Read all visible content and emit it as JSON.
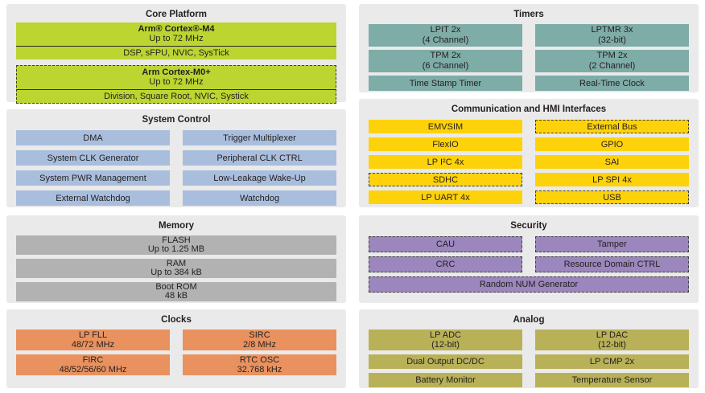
{
  "colors": {
    "card": "#eaeaea",
    "green": "#bcd531",
    "blue": "#a9bedd",
    "gray": "#b2b2b2",
    "orange": "#e9925f",
    "teal": "#7eaca7",
    "yellow": "#fdd20a",
    "purple": "#9b86bd",
    "olive": "#b8b158",
    "text": "#231f20"
  },
  "core_platform": {
    "title": "Core Platform",
    "m4": {
      "name": "Arm® Cortex®-M4",
      "freq": "Up to 72 MHz",
      "features": "DSP, sFPU, NVIC, SysTick"
    },
    "m0": {
      "name": "Arm Cortex-M0+",
      "freq": "Up to 72 MHz",
      "features": "Division, Square Root, NVIC, Systick"
    }
  },
  "system_control": {
    "title": "System Control",
    "blocks": [
      "DMA",
      "Trigger Multiplexer",
      "System CLK Generator",
      "Peripheral CLK CTRL",
      "System PWR Management",
      "Low-Leakage Wake-Up",
      "External Watchdog",
      "Watchdog"
    ]
  },
  "memory": {
    "title": "Memory",
    "blocks": [
      {
        "l1": "FLASH",
        "l2": "Up to 1.25 MB"
      },
      {
        "l1": "RAM",
        "l2": "Up to 384 kB"
      },
      {
        "l1": "Boot ROM",
        "l2": "48 kB"
      }
    ]
  },
  "clocks": {
    "title": "Clocks",
    "blocks": [
      {
        "l1": "LP FLL",
        "l2": "48/72 MHz"
      },
      {
        "l1": "SIRC",
        "l2": "2/8 MHz"
      },
      {
        "l1": "FIRC",
        "l2": "48/52/56/60 MHz"
      },
      {
        "l1": "RTC OSC",
        "l2": "32.768 kHz"
      }
    ]
  },
  "timers": {
    "title": "Timers",
    "blocks": [
      {
        "l1": "LPIT 2x",
        "l2": "(4 Channel)"
      },
      {
        "l1": "LPTMR 3x",
        "l2": "(32-bit)"
      },
      {
        "l1": "TPM 2x",
        "l2": "(6 Channel)"
      },
      {
        "l1": "TPM 2x",
        "l2": "(2 Channel)"
      },
      {
        "l1": "Time Stamp Timer"
      },
      {
        "l1": "Real-Time Clock"
      }
    ]
  },
  "comm": {
    "title": "Communication and HMI Interfaces",
    "blocks": [
      {
        "label": "EMVSIM",
        "dashed": false
      },
      {
        "label": "External Bus",
        "dashed": true
      },
      {
        "label": "FlexIO",
        "dashed": false
      },
      {
        "label": "GPIO",
        "dashed": false
      },
      {
        "label": "LP I²C 4x",
        "dashed": false
      },
      {
        "label": "SAI",
        "dashed": false
      },
      {
        "label": "SDHC",
        "dashed": true
      },
      {
        "label": "LP SPI 4x",
        "dashed": false
      },
      {
        "label": "LP UART 4x",
        "dashed": false
      },
      {
        "label": "USB",
        "dashed": true
      }
    ]
  },
  "security": {
    "title": "Security",
    "blocks": [
      {
        "label": "CAU",
        "dashed": true
      },
      {
        "label": "Tamper",
        "dashed": true
      },
      {
        "label": "CRC",
        "dashed": true
      },
      {
        "label": "Resource Domain CTRL",
        "dashed": true
      },
      {
        "label": "Random NUM Generator",
        "dashed": true,
        "full": true
      }
    ]
  },
  "analog": {
    "title": "Analog",
    "blocks": [
      {
        "l1": "LP ADC",
        "l2": "(12-bit)"
      },
      {
        "l1": "LP DAC",
        "l2": "(12-bit)"
      },
      {
        "l1": "Dual Output DC/DC"
      },
      {
        "l1": "LP CMP 2x"
      },
      {
        "l1": "Battery Monitor"
      },
      {
        "l1": "Temperature Sensor"
      }
    ]
  }
}
